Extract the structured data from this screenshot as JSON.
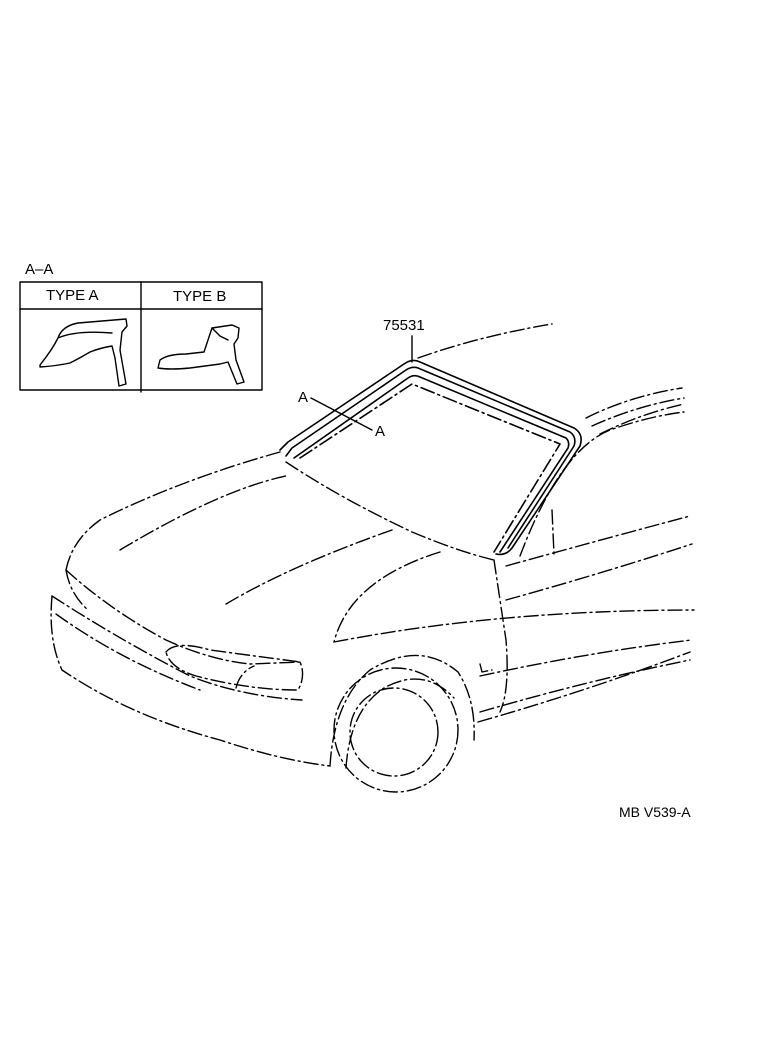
{
  "section": {
    "title": "A–A",
    "type_a_label": "TYPE A",
    "type_b_label": "TYPE B"
  },
  "callouts": {
    "part_number": "75531",
    "section_mark_start": "A",
    "section_mark_end": "A"
  },
  "reference_code": "MB  V539-A"
}
